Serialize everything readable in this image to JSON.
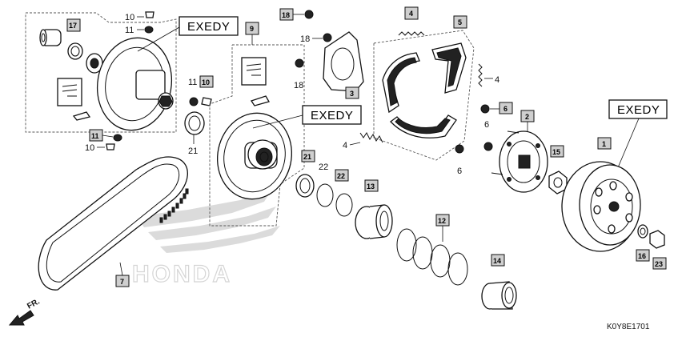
{
  "diagram": {
    "code": "K0Y8E1701",
    "brand_watermark": "HONDA",
    "direction": "FR.",
    "exedy_label": "EXEDY",
    "callouts": {
      "c1": "1",
      "c2": "2",
      "c3": "3",
      "c4": "4",
      "c5": "5",
      "c6": "6",
      "c7": "7",
      "c9": "9",
      "c10": "10",
      "c11": "11",
      "c12": "12",
      "c13": "13",
      "c14": "14",
      "c15": "15",
      "c16": "16",
      "c17": "17",
      "c18": "18",
      "c21": "21",
      "c22": "22",
      "c23": "23"
    },
    "labels": {
      "l10": "10",
      "l11": "11",
      "l18": "18",
      "l4": "4",
      "l6": "6",
      "l21": "21",
      "l22": "22",
      "l2": "2"
    }
  }
}
